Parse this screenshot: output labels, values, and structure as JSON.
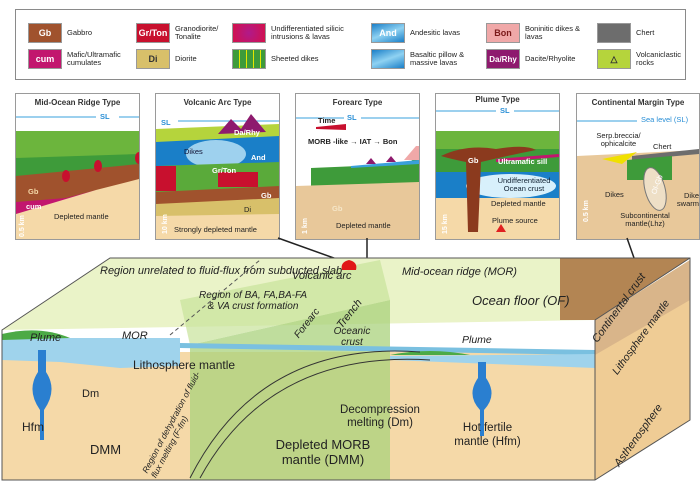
{
  "legend": {
    "items": [
      {
        "swatch": "Gb",
        "label": "Gabbro",
        "color": "#a0522d"
      },
      {
        "swatch": "cum",
        "label": "Mafic/Ultramafic cumulates",
        "color": "#c2166e"
      },
      {
        "swatch": "Gr/Ton",
        "label": "Granodiorite/ Tonalite",
        "color": "#c8102e"
      },
      {
        "swatch": "Di",
        "label": "Diorite",
        "color": "#d8c06a"
      },
      {
        "swatch": "",
        "label": "Undifferentiated silicic intrusions & lavas",
        "color": "#d4104a"
      },
      {
        "swatch": "",
        "label": "Sheeted dikes",
        "color": "#3e9b3a"
      },
      {
        "swatch": "And",
        "label": "Andesitic lavas",
        "color": "#3aa0dc"
      },
      {
        "swatch": "",
        "label": "Basaltic pillow & massive lavas",
        "color": "#3aa0dc"
      },
      {
        "swatch": "Bon",
        "label": "Boninitic dikes & lavas",
        "color": "#f0a8a8"
      },
      {
        "swatch": "Da/Rhy",
        "label": "Dacite/Rhyolite",
        "color": "#8e1a6e"
      },
      {
        "swatch": "",
        "label": "Chert",
        "color": "#6d6d6d"
      },
      {
        "swatch": "△",
        "label": "Volcaniclastic rocks",
        "color": "#b5d43c"
      }
    ]
  },
  "panels": {
    "mor": {
      "title": "Mid-Ocean Ridge Type",
      "sl": "SL",
      "labels": [
        "Gb",
        "cum",
        "Depleted mantle"
      ],
      "scale": "0.5 km"
    },
    "arc": {
      "title": "Volcanic Arc Type",
      "sl": "SL",
      "labels": [
        "Da/Rhy",
        "Dikes",
        "And",
        "Gr/Ton",
        "Gb",
        "Di",
        "Strongly depleted mantle"
      ],
      "scale": "10 km"
    },
    "forearc": {
      "title": "Forearc Type",
      "sl": "SL",
      "time": "Time",
      "sequence": "MORB -like → IAT → Bon",
      "labels": [
        "Gb",
        "Depleted mantle"
      ],
      "scale": "1 km"
    },
    "plume": {
      "title": "Plume Type",
      "sl": "SL",
      "labels": [
        "Gb",
        "Ultramafic sill",
        "Undifferentiated Ocean crust",
        "Depleted mantle",
        "Plume source"
      ],
      "scale": "15 km"
    },
    "cont": {
      "title": "Continental Margin Type",
      "sl": "Sea level (SL)",
      "labels": [
        "Serp.breccia/ ophicalcite",
        "Chert",
        "Dikes",
        "Ol-Gb",
        "Dike swarm",
        "Subcontinental mantle(Lhz)"
      ],
      "scale": "0.5 km"
    }
  },
  "block": {
    "labels": {
      "region_unrelated": "Region unrelated to fluid-flux from subducted slab",
      "mor_left": "MOR",
      "plume_left": "Plume",
      "region_ba": "Region of BA, FA,BA-FA & VA crust formation",
      "forearc": "Forearc",
      "volcanic_arc": "Volcanic arc",
      "trench": "Trench",
      "oceanic_crust": "Oceanic crust",
      "mor_right": "Mid-ocean ridge (MOR)",
      "ocean_floor": "Ocean floor (OF)",
      "plume_right": "Plume",
      "lith_mantle": "Lithosphere mantle",
      "dm": "Dm",
      "hfm": "Hfm",
      "dmm": "DMM",
      "dehydration": "Region of dehydration of fluid-flux melting (F-fm)",
      "depleted_morb": "Depleted MORB mantle (DMM)",
      "decompression": "Decompression melting (Dm)",
      "hot_fertile": "Hot fertile mantle (Hfm)",
      "continental_crust": "Continental crust",
      "lith_mantle_side": "Lithosphere mantle",
      "asthenosphere": "Asthenosphere"
    }
  }
}
